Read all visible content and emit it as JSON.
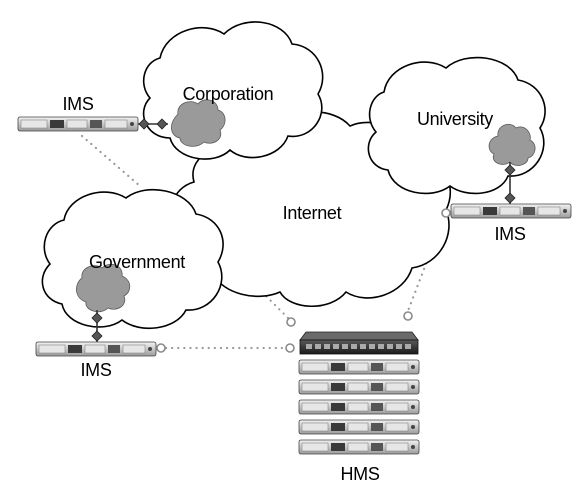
{
  "labels": {
    "internet": "Internet",
    "corporation": "Corporation",
    "university": "University",
    "government": "Government",
    "ims_corporation": "IMS",
    "ims_university": "IMS",
    "ims_government": "IMS",
    "hms": "HMS"
  },
  "colors": {
    "cloud_fill": "#ffffff",
    "cloud_stroke": "#000000",
    "subnet_blob": "#9a9a9a",
    "dotted_link": "#9a9a9a",
    "server_body": "#d0d0d0",
    "switch_body": "#2a2a2a"
  },
  "icons": {
    "network": "cloud-icon",
    "local_network": "gray-cloud-icon",
    "ims": "rack-server-icon",
    "hms_switch": "network-switch-icon",
    "hms_servers": "rack-server-icon"
  },
  "hms_server_count": 5
}
